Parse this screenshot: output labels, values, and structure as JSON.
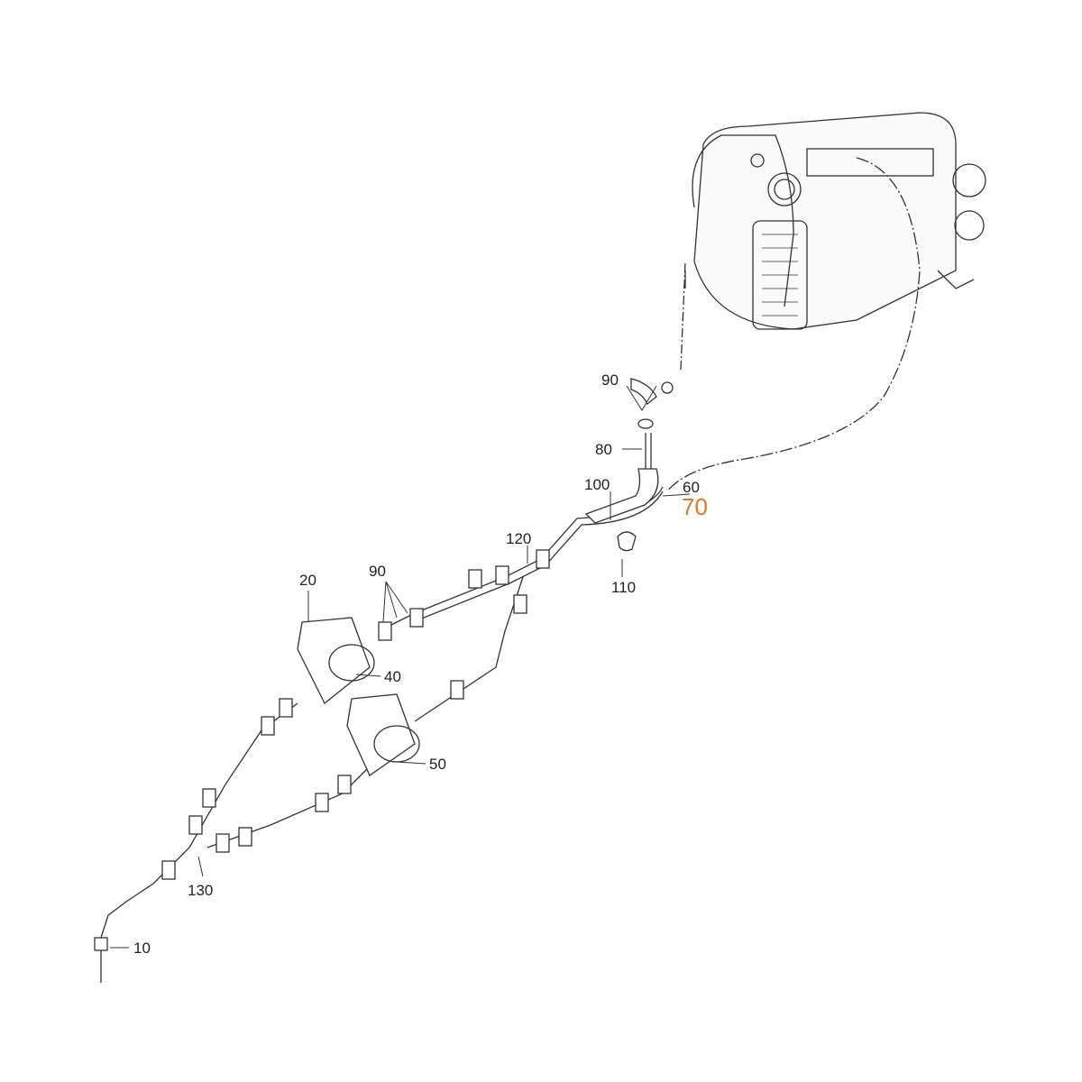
{
  "labels": {
    "p90a": "90",
    "p80": "80",
    "p100": "100",
    "p60": "60",
    "p70": "70",
    "p120": "120",
    "p110": "110",
    "p90b": "90",
    "p20": "20",
    "p40": "40",
    "p50": "50",
    "p130": "130",
    "p10": "10"
  },
  "colors": {
    "highlight": "#e87722",
    "line": "#333333"
  }
}
